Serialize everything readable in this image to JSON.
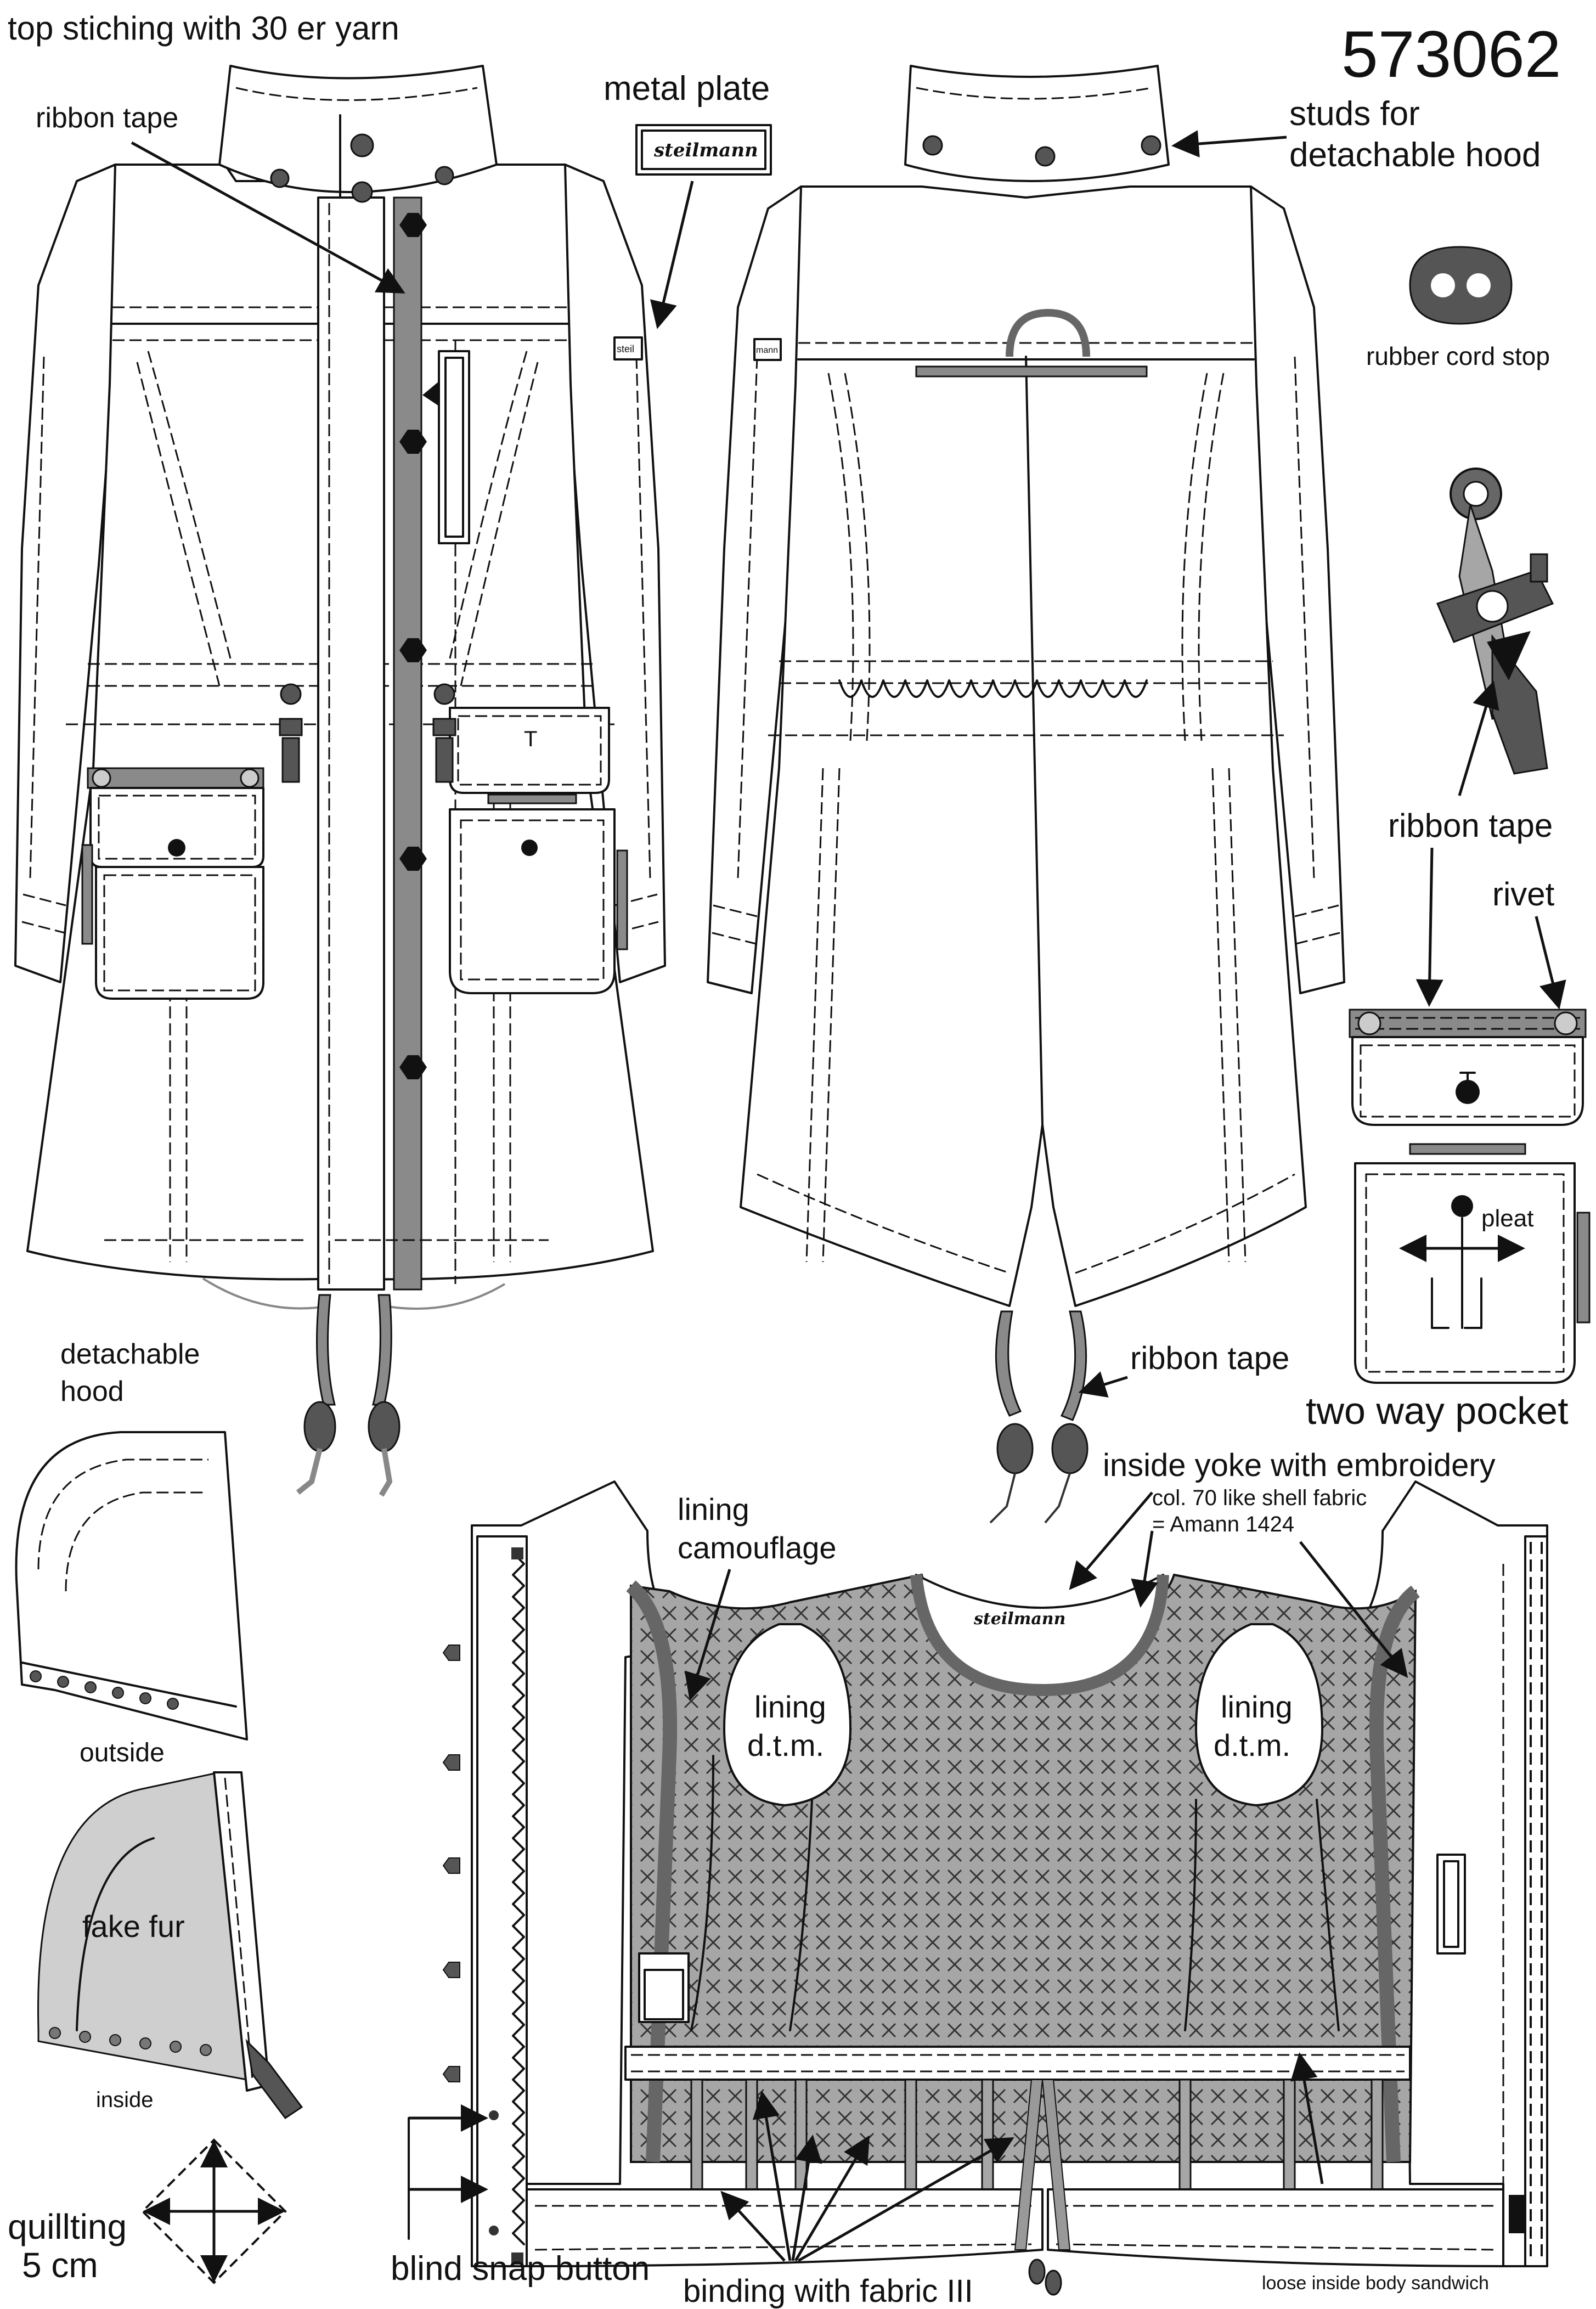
{
  "style_number": "573062",
  "labels": {
    "top_stitching": "top stiching with 30 er yarn",
    "ribbon_tape_front": "ribbon tape",
    "metal_plate": "metal plate",
    "studs_hood": "studs for\ndetachable hood",
    "rubber_cord_stop": "rubber cord stop",
    "ribbon_tape_right": "ribbon tape",
    "rivet": "rivet",
    "pleat": "pleat",
    "two_way_pocket": "two way pocket",
    "ribbon_tape_back": "ribbon tape",
    "detachable_hood": "detachable\nhood",
    "outside": "outside",
    "fake_fur": "fake fur",
    "inside": "inside",
    "quilting": "quillting\n5 cm",
    "inside_yoke": "inside yoke with embroidery",
    "col70": "col. 70 like shell fabric\n= Amann 1424",
    "lining_camouflage": "lining\ncamouflage",
    "lining_dtm_left": "lining\nd.t.m.",
    "lining_dtm_right": "lining\nd.t.m.",
    "blind_snap": "blind snap button",
    "binding": "binding with fabric III",
    "loose_inside": "loose inside body sandwich"
  },
  "brand_marks": {
    "plate": "steilmann",
    "yoke": "steilmann",
    "sleeve_tab_front": "steil",
    "sleeve_tab_back": "mann",
    "pocket_flap": "T"
  },
  "colors": {
    "line": "#111111",
    "tape": "#8a8a8a",
    "dark_grey": "#555555",
    "lining": "#a6a6a6",
    "fur": "#cfcfcf"
  },
  "icons": [
    "ribbon-tape-icon",
    "rivet-icon",
    "rubber-cord-stop-icon",
    "toggle-icon",
    "stud-icon",
    "quilting-direction-icon"
  ]
}
